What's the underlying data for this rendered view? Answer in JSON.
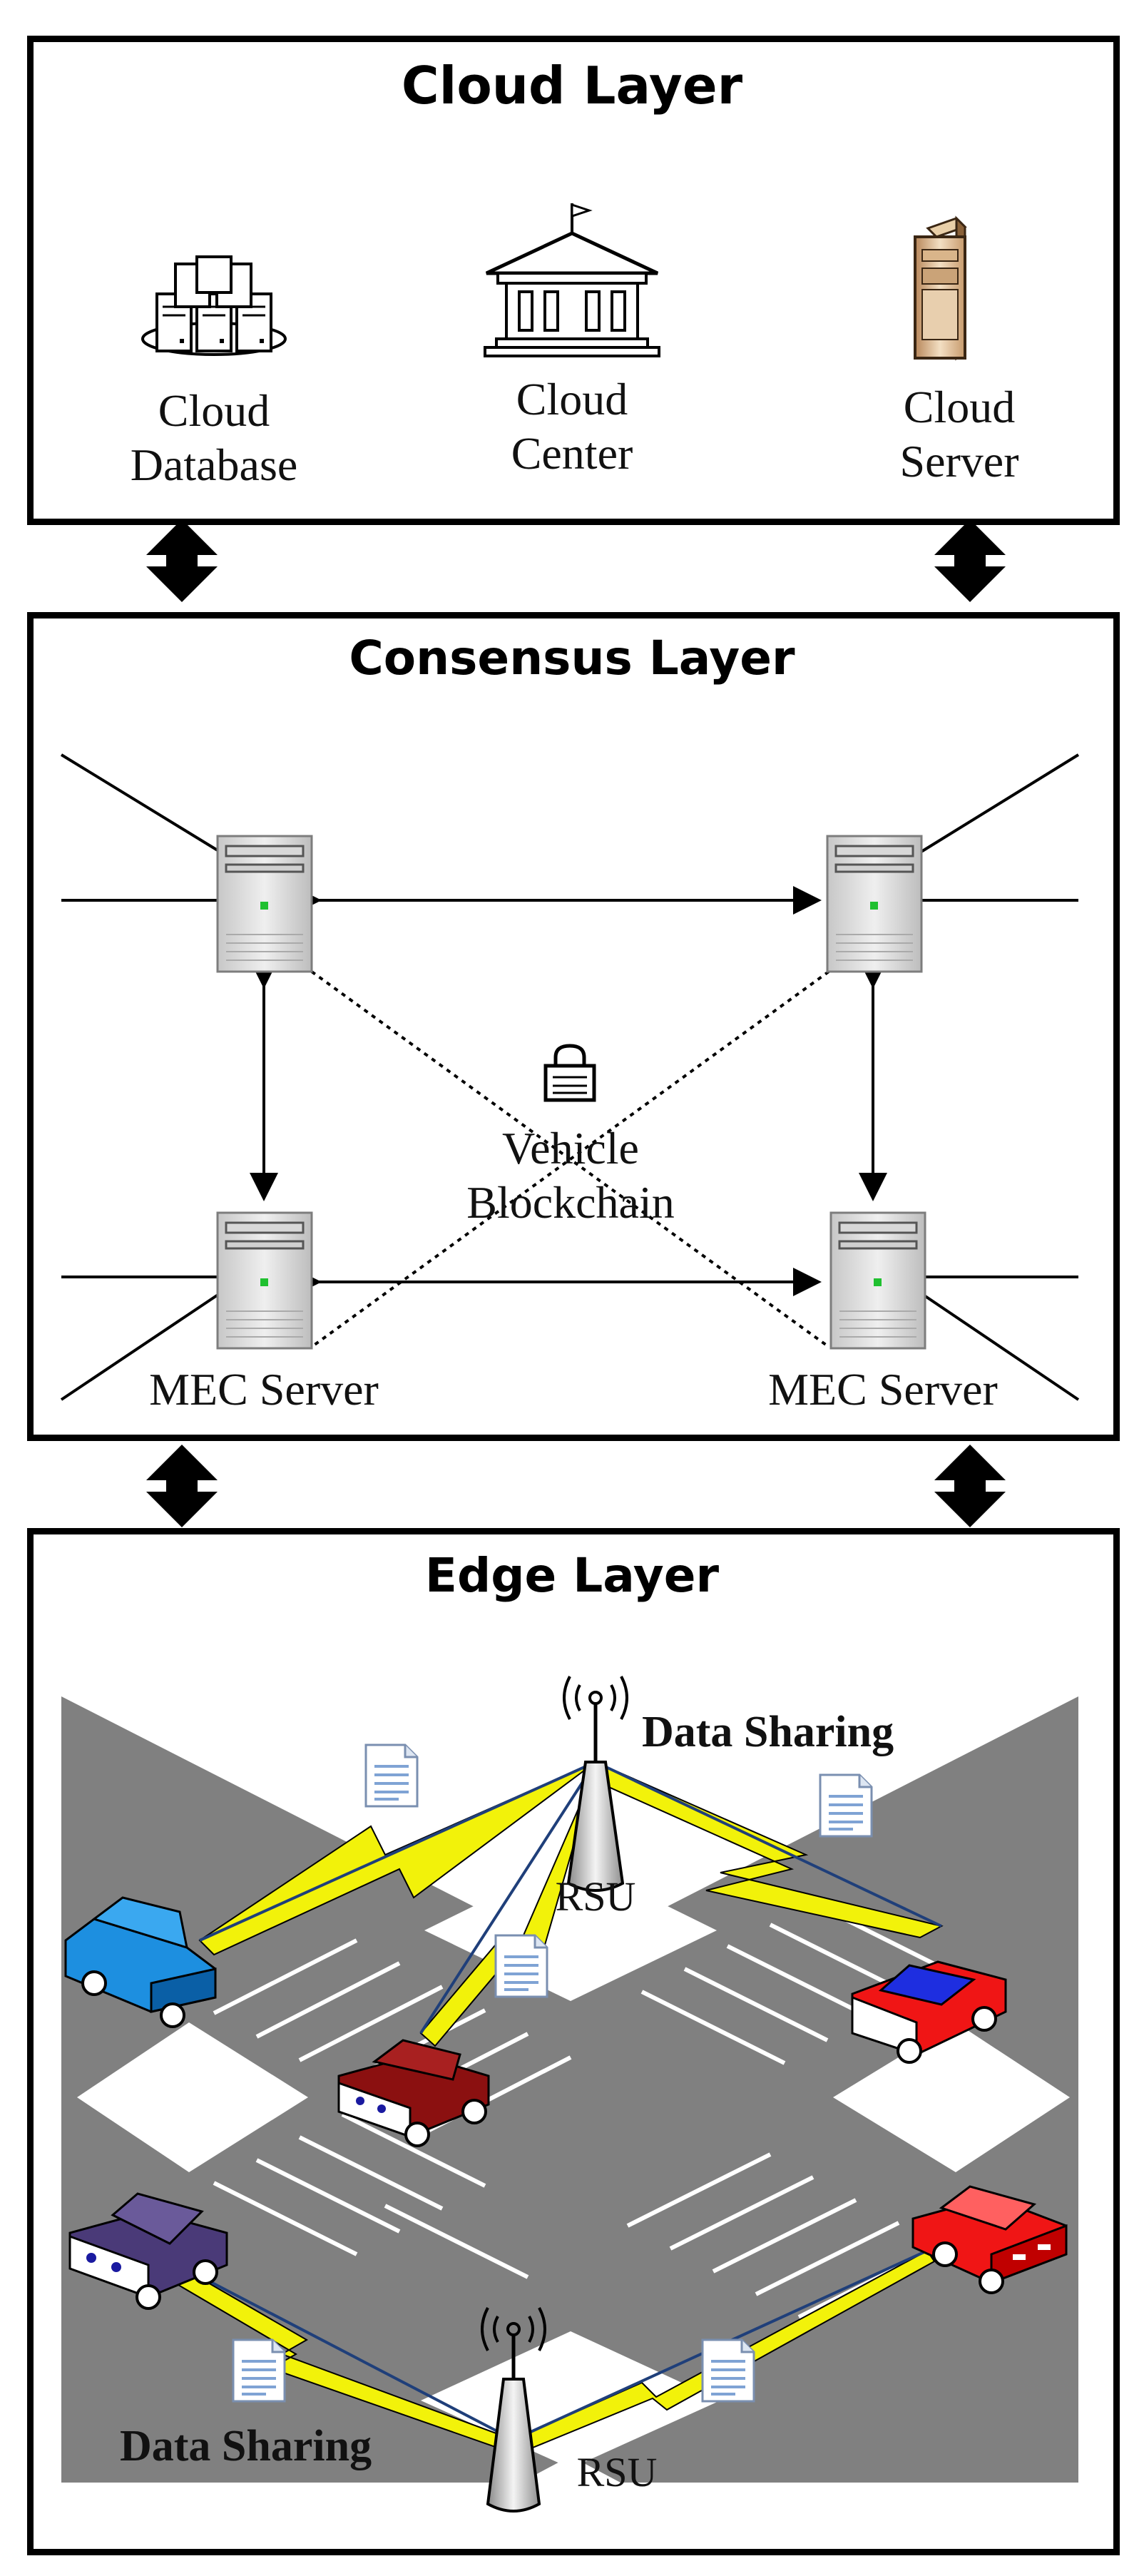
{
  "cloud_layer": {
    "title": "Cloud Layer",
    "items": [
      {
        "name": "database",
        "label_line1": "Cloud",
        "label_line2": "Database"
      },
      {
        "name": "center",
        "label_line1": "Cloud",
        "label_line2": "Center"
      },
      {
        "name": "server",
        "label_line1": "Cloud",
        "label_line2": "Server"
      }
    ]
  },
  "consensus_layer": {
    "title": "Consensus Layer",
    "blockchain_line1": "Vehicle",
    "blockchain_line2": "Blockchain",
    "mec_left": "MEC Server",
    "mec_right": "MEC Server"
  },
  "edge_layer": {
    "title": "Edge Layer",
    "data_sharing_top": "Data Sharing",
    "data_sharing_bottom": "Data Sharing",
    "rsu_top": "RSU",
    "rsu_bottom": "RSU"
  },
  "colors": {
    "road": "#808080",
    "lightning": "#f2f20a",
    "link": "#1f3f7a"
  }
}
